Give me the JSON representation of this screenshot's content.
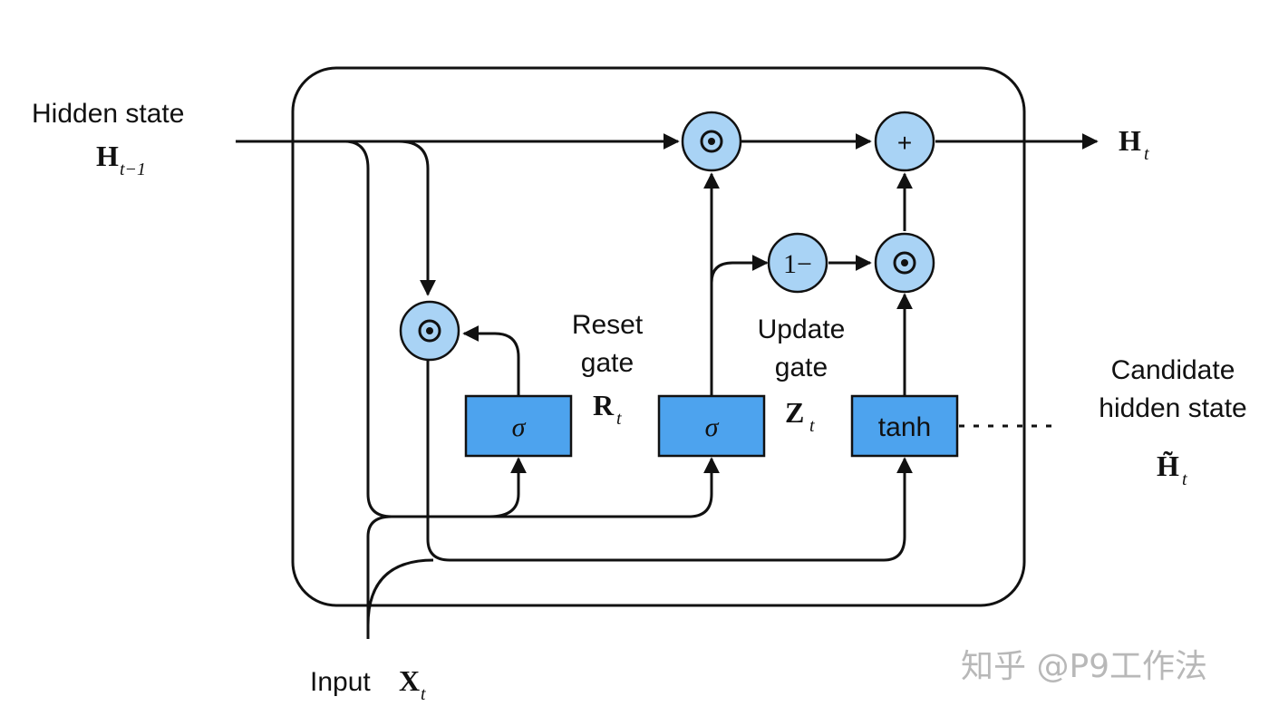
{
  "diagram": {
    "inputs": {
      "hidden_state_label": "Hidden state",
      "hidden_state_symbol": "H",
      "hidden_state_subscript": "t−1",
      "input_label": "Input",
      "input_symbol": "X",
      "input_subscript": "t"
    },
    "output": {
      "symbol": "H",
      "subscript": "t"
    },
    "reset_gate": {
      "label_line1": "Reset",
      "label_line2": "gate",
      "symbol": "R",
      "subscript": "t",
      "activation": "σ"
    },
    "update_gate": {
      "label_line1": "Update",
      "label_line2": "gate",
      "symbol": "Z",
      "subscript": "t",
      "activation": "σ"
    },
    "candidate": {
      "label_line1": "Candidate",
      "label_line2": "hidden state",
      "symbol": "H̃",
      "subscript": "t",
      "activation": "tanh"
    },
    "operators": {
      "hadamard": "⊙",
      "plus": "+",
      "one_minus": "1−"
    },
    "colors": {
      "box_fill": "#4da3ee",
      "operator_fill": "#a9d3f5",
      "stroke": "#111111"
    }
  },
  "watermark": "知乎 @P9工作法"
}
